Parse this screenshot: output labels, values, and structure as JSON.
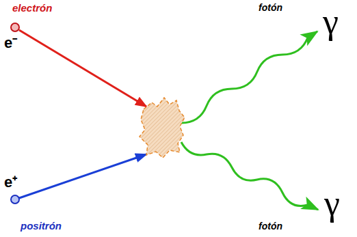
{
  "diagram": {
    "labels": [
      "electrón",
      "e⁻",
      "fotón",
      "γ",
      "e⁺",
      "positrón",
      "fotón",
      "γ"
    ]
  }
}
